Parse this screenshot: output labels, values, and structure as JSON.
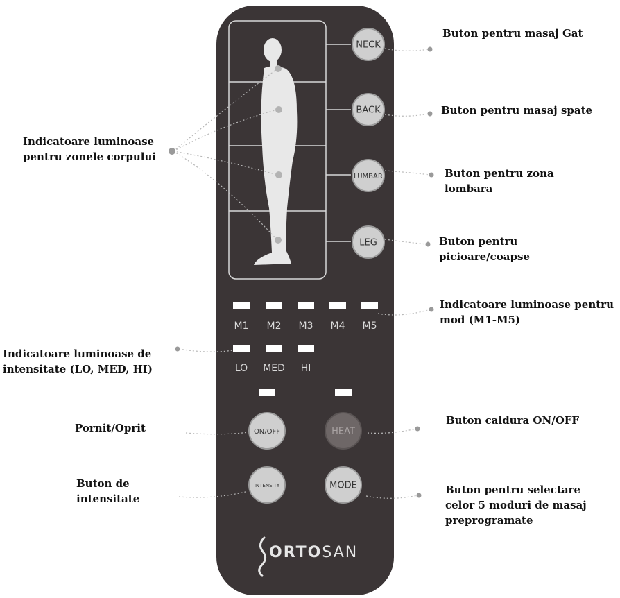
{
  "remote": {
    "zone_buttons": [
      "NECK",
      "BACK",
      "LUMBAR",
      "LEG"
    ],
    "mode_labels": [
      "M1",
      "M2",
      "M3",
      "M4",
      "M5"
    ],
    "intensity_labels": [
      "LO",
      "MED",
      "HI"
    ],
    "control_buttons": {
      "on_off": "ON/OFF",
      "heat": "HEAT",
      "intensity": "INTENSITY",
      "mode": "MODE"
    },
    "brand": {
      "logo_strong": "ORTO",
      "logo_light": "SAN"
    },
    "colors": {
      "body": "#3b3536",
      "button": "#cfcfcf",
      "heat_button": "#6e6767",
      "indicator": "#ffffff"
    }
  },
  "callouts": {
    "neck": "Buton pentru masaj Gat",
    "back": "Buton pentru masaj spate",
    "lumbar": "Buton pentru zona\nlombara",
    "leg": "Buton pentru\npicioare/coapse",
    "mode_indicators": "Indicatoare luminoase pentru\nmod (M1-M5)",
    "body_zones": "Indicatoare luminoase\npentru zonele corpului",
    "intensity_indicators": "Indicatoare luminoase de\nintensitate (LO, MED, HI)",
    "on_off": "Pornit/Oprit",
    "intensity_button": "Buton de\nintensitate",
    "heat_button": "Buton caldura ON/OFF",
    "mode_button": "Buton pentru selectare\ncelor 5 moduri de masaj\npreprogramate"
  }
}
